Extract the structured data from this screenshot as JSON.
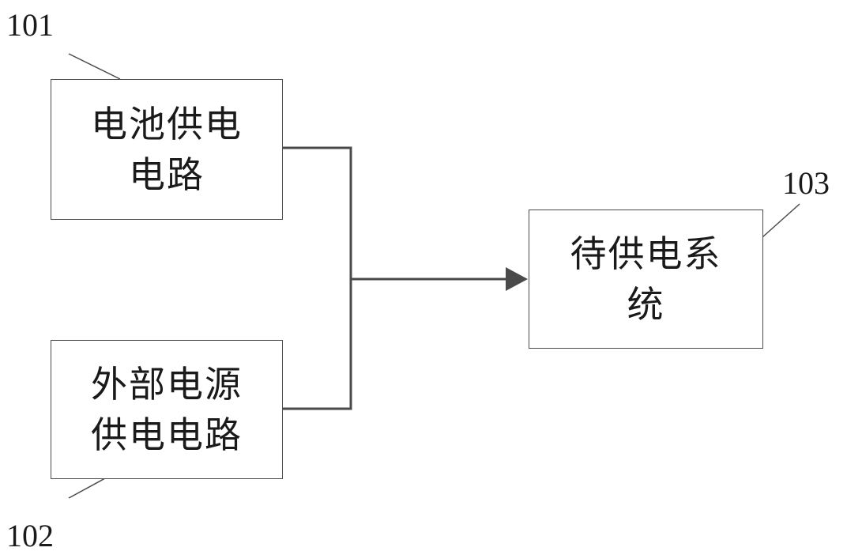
{
  "blocks": {
    "battery": {
      "ref": "101",
      "lines": [
        "电池供电",
        "电路"
      ]
    },
    "external": {
      "ref": "102",
      "lines": [
        "外部电源",
        "供电电路"
      ]
    },
    "system": {
      "ref": "103",
      "lines": [
        "待供电系",
        "统"
      ]
    }
  },
  "colors": {
    "stroke": "#4a4a4a",
    "text": "#1a1a1a",
    "background": "#ffffff"
  }
}
